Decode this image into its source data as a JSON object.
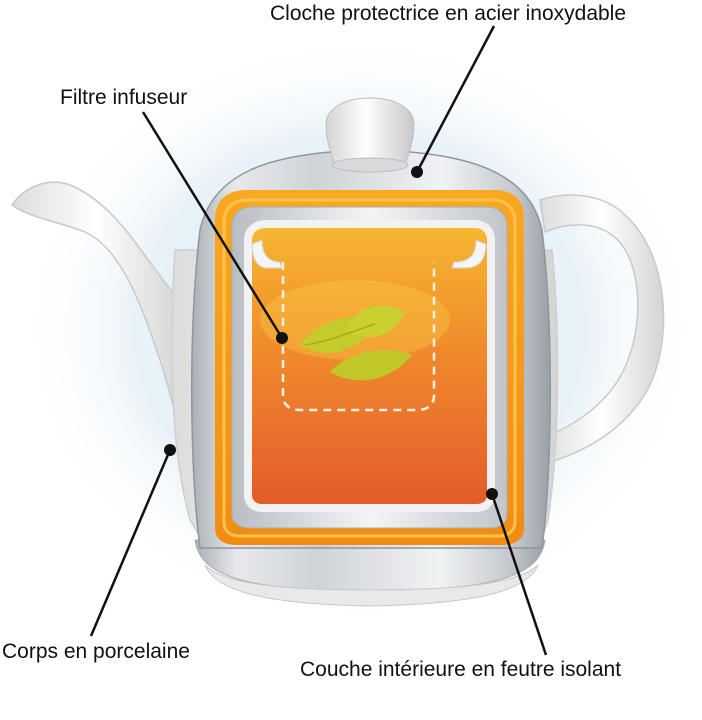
{
  "labels": {
    "cloche": "Cloche protectrice en acier inoxydable",
    "filtre": "Filtre infuseur",
    "corps": "Corps en porcelaine",
    "couche": "Couche intérieure en feutre isolant"
  },
  "colors": {
    "porcelain": "#f4f4f4",
    "steel_light": "#e4e6e9",
    "steel_dark": "#9da3aa",
    "felt_outer": "#f29e1c",
    "felt_inner": "#f7b52a",
    "tea_top": "#f5b02e",
    "tea_bottom": "#e4602a",
    "leaf": "#c6cc2a",
    "halo": "#dcecf6",
    "leader": "#111111"
  }
}
